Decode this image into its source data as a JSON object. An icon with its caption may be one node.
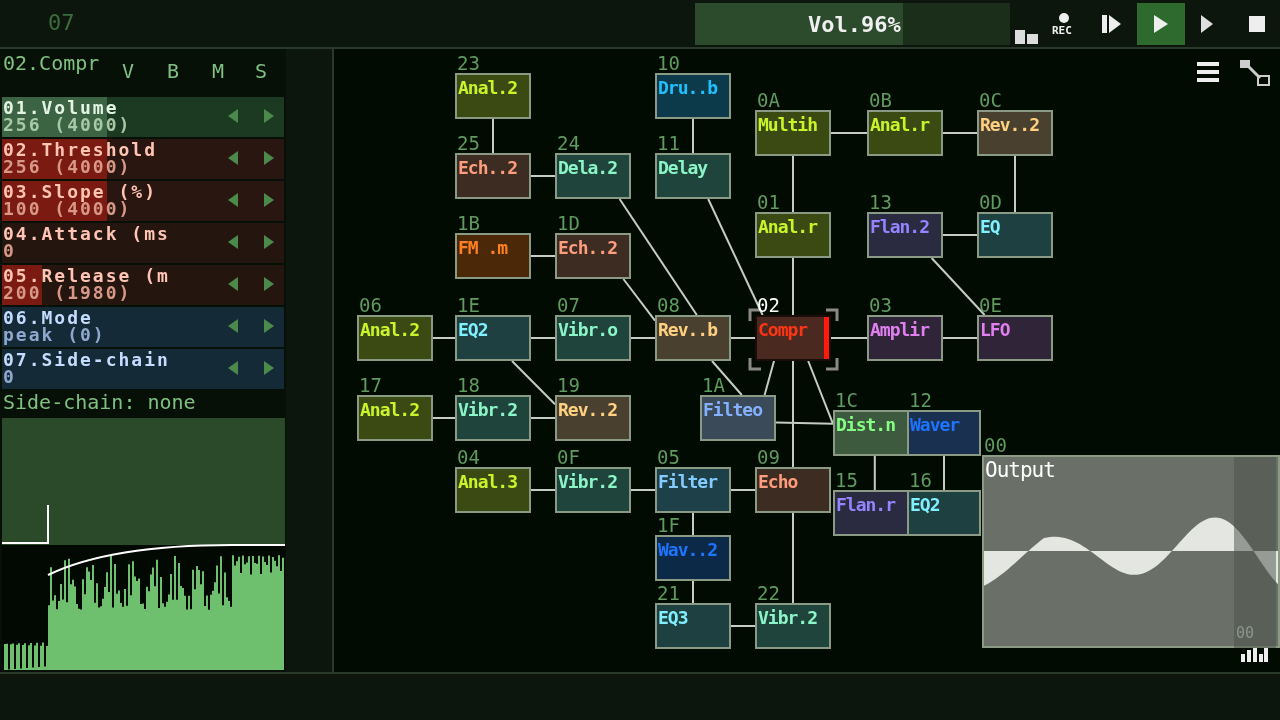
{
  "diagram": {
    "nodes": [
      {
        "text": [
          "23",
          "Anal.2"
        ]
      },
      {
        "text": [
          "10",
          "Dru..b"
        ]
      },
      {
        "text": [
          "0A",
          "Multih"
        ]
      },
      {
        "text": [
          "0B",
          "Anal.r"
        ]
      },
      {
        "text": [
          "0C",
          "Rev..2"
        ]
      },
      {
        "text": [
          "25",
          "Ech..2"
        ]
      },
      {
        "text": [
          "24",
          "Dela.2"
        ]
      },
      {
        "text": [
          "11",
          "Delay"
        ]
      },
      {
        "text": [
          "01",
          "Anal.r"
        ]
      },
      {
        "text": [
          "13",
          "Flan.2"
        ]
      },
      {
        "text": [
          "0D",
          "EQ"
        ]
      },
      {
        "text": [
          "1B",
          "FM .m"
        ]
      },
      {
        "text": [
          "1D",
          "Ech..2"
        ]
      },
      {
        "text": [
          "06",
          "Anal.2"
        ]
      },
      {
        "text": [
          "1E",
          "EQ2"
        ]
      },
      {
        "text": [
          "07",
          "Vibr.o"
        ]
      },
      {
        "text": [
          "08",
          "Rev..b"
        ]
      },
      {
        "text": [
          "02",
          "Compr"
        ]
      },
      {
        "text": [
          "03",
          "Amplir"
        ]
      },
      {
        "text": [
          "0E",
          "LFO"
        ]
      },
      {
        "text": [
          "17",
          "Anal.2"
        ]
      },
      {
        "text": [
          "18",
          "Vibr.2"
        ]
      },
      {
        "text": [
          "19",
          "Rev..2"
        ]
      },
      {
        "text": [
          "1A",
          "Filteo"
        ]
      },
      {
        "text": [
          "1C",
          "Dist.n"
        ]
      },
      {
        "text": [
          "12",
          "Waver"
        ]
      },
      {
        "text": [
          "00",
          "Output"
        ]
      },
      {
        "text": [
          "04",
          "Anal.3"
        ]
      },
      {
        "text": [
          "0F",
          "Vibr.2"
        ]
      },
      {
        "text": [
          "05",
          "Filter"
        ]
      },
      {
        "text": [
          "09",
          "Echo"
        ]
      },
      {
        "text": [
          "15",
          "Flan.r"
        ]
      },
      {
        "text": [
          "16",
          "EQ2"
        ]
      },
      {
        "text": [
          "1F",
          "Wav..2"
        ]
      },
      {
        "text": [
          "21",
          "EQ3"
        ]
      },
      {
        "text": [
          "22",
          "Vibr.2"
        ]
      }
    ],
    "edges": [
      {
        "from": 0,
        "to": 5,
        "arrow": "none"
      },
      {
        "from": 1,
        "to": 7,
        "arrow": "none"
      },
      {
        "from": 5,
        "to": 6,
        "arrow": "none"
      },
      {
        "from": 6,
        "to": 16,
        "arrow": "none"
      },
      {
        "from": 7,
        "to": 17,
        "arrow": "none"
      },
      {
        "from": 11,
        "to": 12,
        "arrow": "none"
      },
      {
        "from": 12,
        "to": 16,
        "arrow": "none"
      },
      {
        "from": 2,
        "to": 3,
        "arrow": "none"
      },
      {
        "from": 3,
        "to": 4,
        "arrow": "none"
      },
      {
        "from": 2,
        "to": 8,
        "arrow": "none"
      },
      {
        "from": 8,
        "to": 17,
        "arrow": "none"
      },
      {
        "from": 4,
        "to": 10,
        "arrow": "none"
      },
      {
        "from": 9,
        "to": 10,
        "arrow": "none"
      },
      {
        "from": 9,
        "to": 19,
        "arrow": "none"
      },
      {
        "from": 13,
        "to": 14,
        "arrow": "none"
      },
      {
        "from": 14,
        "to": 15,
        "arrow": "none"
      },
      {
        "from": 15,
        "to": 16,
        "arrow": "none"
      },
      {
        "from": 16,
        "to": 17,
        "arrow": "none"
      },
      {
        "from": 17,
        "to": 18,
        "arrow": "none"
      },
      {
        "from": 18,
        "to": 19,
        "arrow": "none"
      },
      {
        "from": 14,
        "to": 22,
        "arrow": "none"
      },
      {
        "from": 20,
        "to": 21,
        "arrow": "none"
      },
      {
        "from": 21,
        "to": 22,
        "arrow": "none"
      },
      {
        "from": 16,
        "to": 23,
        "arrow": "none"
      },
      {
        "from": 17,
        "to": 23,
        "arrow": "none"
      },
      {
        "from": 17,
        "to": 24,
        "arrow": "none"
      },
      {
        "from": 23,
        "to": 24,
        "arrow": "none"
      },
      {
        "from": 17,
        "to": 30,
        "arrow": "none"
      },
      {
        "from": 30,
        "to": 35,
        "arrow": "none"
      },
      {
        "from": 24,
        "to": 31,
        "arrow": "none"
      },
      {
        "from": 25,
        "to": 32,
        "arrow": "none"
      },
      {
        "from": 27,
        "to": 28,
        "arrow": "none"
      },
      {
        "from": 28,
        "to": 29,
        "arrow": "none"
      },
      {
        "from": 29,
        "to": 30,
        "arrow": "none"
      },
      {
        "from": 29,
        "to": 33,
        "arrow": "none"
      },
      {
        "from": 33,
        "to": 34,
        "arrow": "none"
      },
      {
        "from": 34,
        "to": 35,
        "arrow": "none"
      }
    ],
    "labels": [
      "07",
      "Vol.96%",
      "REC",
      "02.Compr",
      "V",
      "B",
      "M",
      "S",
      "01.Volume",
      "256 (4000)",
      "02.Threshold",
      "256 (4000)",
      "03.Slope (%)",
      "100 (4000)",
      "04.Attack (ms",
      "0",
      "05.Release (m",
      "200 (1980)",
      "06.Mode",
      "peak (0)",
      "07.Side-chain",
      "0",
      "Side-chain: none",
      "00"
    ]
  }
}
